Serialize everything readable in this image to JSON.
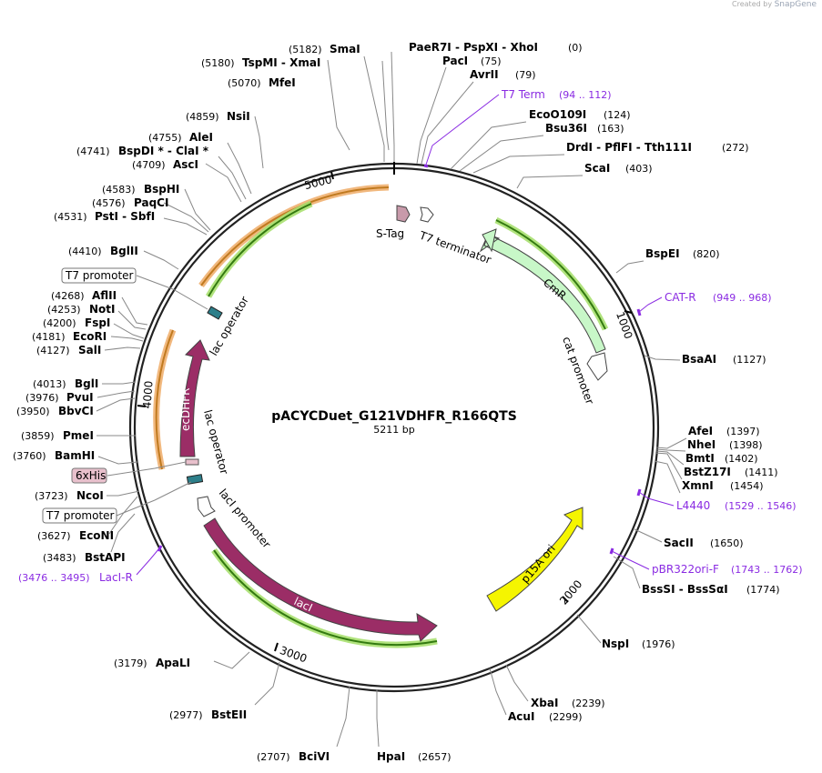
{
  "credit": {
    "prefix": "Created by",
    "brand": "SnapGene"
  },
  "plasmid": {
    "name": "pACYCDuet_G121VDHFR_R166QTS",
    "size": "5211 bp",
    "length": 5211
  },
  "ticks": [
    "1000",
    "2000",
    "3000",
    "4000",
    "5000"
  ],
  "enzymes_right": [
    {
      "name": "PaeR7I  -  PspXI  -  XhoI",
      "pos": "(0)"
    },
    {
      "name": "PacI",
      "pos": "(75)"
    },
    {
      "name": "AvrII",
      "pos": "(79)"
    },
    {
      "name": "EcoO109I",
      "pos": "(124)"
    },
    {
      "name": "Bsu36I",
      "pos": "(163)"
    },
    {
      "name": "DrdI  -  PflFI  -  Tth111I",
      "pos": "(272)"
    },
    {
      "name": "ScaI",
      "pos": "(403)"
    },
    {
      "name": "BspEI",
      "pos": "(820)"
    },
    {
      "name": "BsaAI",
      "pos": "(1127)"
    },
    {
      "name": "AfeI",
      "pos": "(1397)"
    },
    {
      "name": "NheI",
      "pos": "(1398)"
    },
    {
      "name": "BmtI",
      "pos": "(1402)"
    },
    {
      "name": "BstZ17I",
      "pos": "(1411)"
    },
    {
      "name": "XmnI",
      "pos": "(1454)"
    },
    {
      "name": "SacII",
      "pos": "(1650)"
    },
    {
      "name": "BssSI  -  BssSαI",
      "pos": "(1774)"
    },
    {
      "name": "NspI",
      "pos": "(1976)"
    },
    {
      "name": "XbaI",
      "pos": "(2239)"
    },
    {
      "name": "AcuI",
      "pos": "(2299)"
    },
    {
      "name": "HpaI",
      "pos": "(2657)"
    }
  ],
  "enzymes_left": [
    {
      "name": "SmaI",
      "pos": "(5182)"
    },
    {
      "name": "TspMI  -  XmaI",
      "pos": "(5180)"
    },
    {
      "name": "MfeI",
      "pos": "(5070)"
    },
    {
      "name": "NsiI",
      "pos": "(4859)"
    },
    {
      "name": "AleI",
      "pos": "(4755)"
    },
    {
      "name": "BspDI *  -  ClaI *",
      "pos": "(4741)"
    },
    {
      "name": "AscI",
      "pos": "(4709)"
    },
    {
      "name": "BspHI",
      "pos": "(4583)"
    },
    {
      "name": "PaqCI",
      "pos": "(4576)"
    },
    {
      "name": "PstI  -  SbfI",
      "pos": "(4531)"
    },
    {
      "name": "BglII",
      "pos": "(4410)"
    },
    {
      "name": "AflII",
      "pos": "(4268)"
    },
    {
      "name": "NotI",
      "pos": "(4253)"
    },
    {
      "name": "FspI",
      "pos": "(4200)"
    },
    {
      "name": "EcoRI",
      "pos": "(4181)"
    },
    {
      "name": "SalI",
      "pos": "(4127)"
    },
    {
      "name": "BglI",
      "pos": "(4013)"
    },
    {
      "name": "PvuI",
      "pos": "(3976)"
    },
    {
      "name": "BbvCI",
      "pos": "(3950)"
    },
    {
      "name": "PmeI",
      "pos": "(3859)"
    },
    {
      "name": "BamHI",
      "pos": "(3760)"
    },
    {
      "name": "NcoI",
      "pos": "(3723)"
    },
    {
      "name": "EcoNI",
      "pos": "(3627)"
    },
    {
      "name": "BstAPI",
      "pos": "(3483)"
    },
    {
      "name": "ApaLI",
      "pos": "(3179)"
    },
    {
      "name": "BstEII",
      "pos": "(2977)"
    },
    {
      "name": "BciVI",
      "pos": "(2707)"
    }
  ],
  "primers": [
    {
      "name": "T7 Term",
      "range": "(94 .. 112)"
    },
    {
      "name": "CAT-R",
      "range": "(949 .. 968)"
    },
    {
      "name": "L4440",
      "range": "(1529 .. 1546)"
    },
    {
      "name": "pBR322ori-F",
      "range": "(1743 .. 1762)"
    },
    {
      "name": "LacI-R",
      "range": "(3476 .. 3495)"
    }
  ],
  "boxed_labels": [
    "T7 promoter",
    "6xHis",
    "T7 promoter"
  ],
  "features": {
    "s_tag": "S-Tag",
    "t7_terminator": "T7 terminator",
    "cmr": "CmR",
    "cat_promoter": "cat promoter",
    "p15a": "p15A ori",
    "laci": "lacI",
    "laci_promoter": "lacI promoter",
    "lac_operator_1": "lac operator",
    "lac_operator_2": "lac operator",
    "ecdhfr": "ecDHFR"
  },
  "colors": {
    "primer": "#8a2be2",
    "laci": "#9b2d66",
    "cmr": "#c8f7c8",
    "p15a": "#f5f500",
    "orf_orange": "#f0b070",
    "orf_green": "#a8e070",
    "six_his": "#e8c0cc",
    "s_tag": "#c89aaa",
    "lac_operator": "#2d7f8a"
  }
}
